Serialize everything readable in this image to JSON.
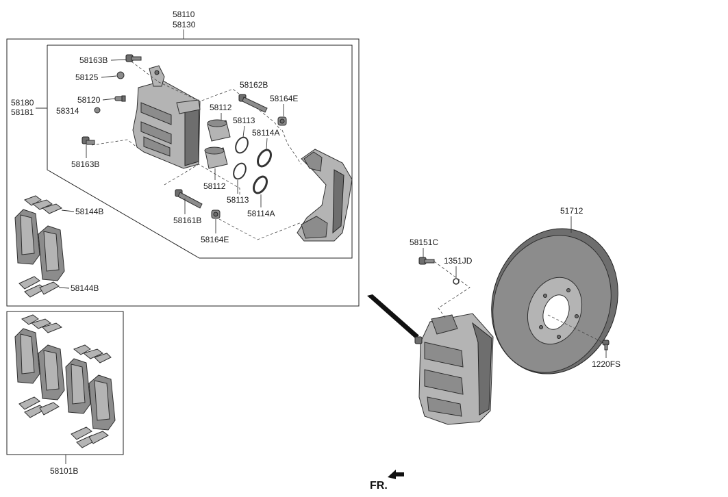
{
  "labels": {
    "assy_a": "58110",
    "assy_b": "58130",
    "caliper_a": "58180",
    "caliper_b": "58181",
    "bolt_top": "58163B",
    "bolt_bottom": "58163B",
    "cap": "58125",
    "bleeder": "58120",
    "bleeder_cap": "58314",
    "guide_pin_upper": "58162B",
    "guide_boot_upper": "58164E",
    "piston_upper": "58112",
    "piston_lower": "58112",
    "seal_upper": "58113",
    "seal_lower": "58113",
    "boot_upper": "58114A",
    "boot_lower": "58114A",
    "guide_pin_lower": "58161B",
    "guide_boot_lower": "58164E",
    "shim_upper": "58144B",
    "shim_lower": "58144B",
    "pad_kit": "58101B",
    "bolt_mount": "58151C",
    "washer": "1351JD",
    "disc": "51712",
    "screw": "1220FS",
    "front": "FR."
  },
  "icons": {
    "front_arrow": "fr-arrow-icon"
  },
  "colors": {
    "part_fill": "#8c8c8c",
    "part_light": "#b4b4b4",
    "part_dark": "#6e6e6e",
    "line": "#222222"
  }
}
